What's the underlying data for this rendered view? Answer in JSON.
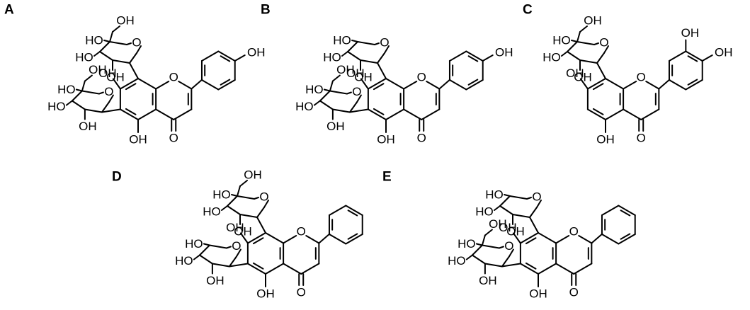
{
  "panels": [
    {
      "id": "A",
      "label": "A",
      "core": "apigenin",
      "sugar8": "glc",
      "sugar6": "glc"
    },
    {
      "id": "B",
      "label": "B",
      "core": "apigenin",
      "sugar8": "ara",
      "sugar6": "glc"
    },
    {
      "id": "C",
      "label": "C",
      "core": "luteolin",
      "sugar8": "glc",
      "sugar6": null
    },
    {
      "id": "D",
      "label": "D",
      "core": "chrysin",
      "sugar8": "glc",
      "sugar6": "ara"
    },
    {
      "id": "E",
      "label": "E",
      "core": "chrysin",
      "sugar8": "ara",
      "sugar6": "glc"
    }
  ],
  "atom_labels": {
    "hydroxyl": "OH",
    "hydroxyl_left": "HO",
    "oxygen": "O"
  },
  "colors": {
    "ink": "#000000",
    "background": "#ffffff"
  }
}
